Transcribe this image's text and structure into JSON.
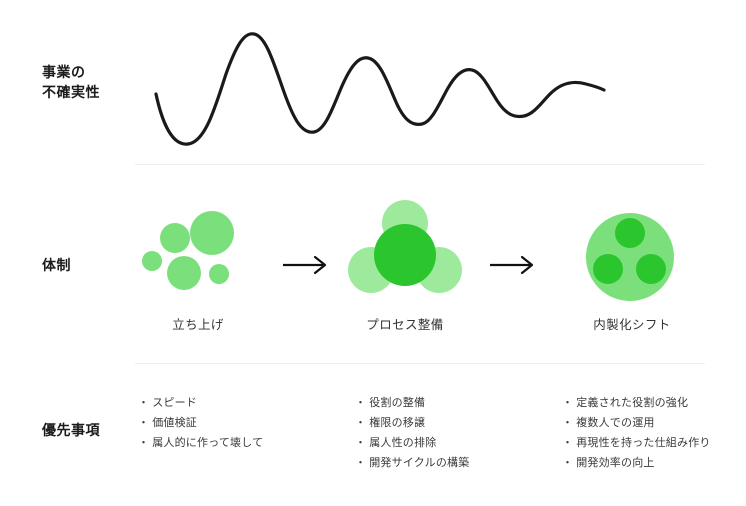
{
  "colors": {
    "background": "#ffffff",
    "wave_stroke": "#1a1a1a",
    "arrow": "#111111",
    "green_light": "#7BE07B",
    "green_mid": "#83E083",
    "green_dark": "#2BC52E",
    "divider": "#eeeeee",
    "label_text": "#1b1b1b",
    "body_text": "#3a3a3a"
  },
  "rows": {
    "uncertainty": {
      "label": "事業の\n不確実性"
    },
    "structure": {
      "label": "体制",
      "stages": [
        {
          "caption": "立ち上げ",
          "icon": "scattered-circles-icon"
        },
        {
          "caption": "プロセス整備",
          "icon": "clustered-circles-icon"
        },
        {
          "caption": "内製化シフト",
          "icon": "contained-circles-icon"
        }
      ],
      "arrows": [
        {
          "name": "arrow-right-icon"
        },
        {
          "name": "arrow-right-icon"
        }
      ]
    },
    "priority": {
      "label": "優先事項",
      "bullet": "・",
      "columns": [
        {
          "items": [
            "スピード",
            "価値検証",
            "属人的に作って壊して"
          ]
        },
        {
          "items": [
            "役割の整備",
            "権限の移譲",
            "属人性の排除",
            "開発サイクルの構築"
          ]
        },
        {
          "items": [
            "定義された役割の強化",
            "複数人での運用",
            "再現性を持った仕組み作り",
            "開発効率の向上"
          ]
        }
      ]
    }
  }
}
